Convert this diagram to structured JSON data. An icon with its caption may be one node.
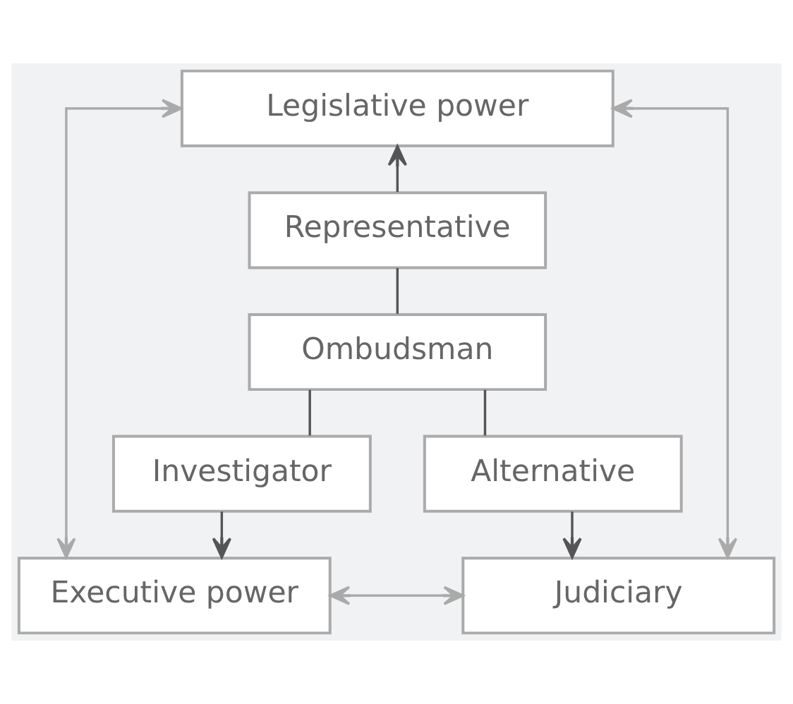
{
  "diagram": {
    "nodes": [
      {
        "text": [
          "Legislative power"
        ]
      },
      {
        "text": [
          "Representative"
        ]
      },
      {
        "text": [
          "Ombudsman"
        ]
      },
      {
        "text": [
          "Investigator"
        ]
      },
      {
        "text": [
          "Alternative"
        ]
      },
      {
        "text": [
          "Executive power"
        ]
      },
      {
        "text": [
          "Judiciary"
        ]
      }
    ],
    "edges": [
      {
        "from": 0,
        "to": 5,
        "arrow": "both",
        "color": "#aaaaaa"
      },
      {
        "from": 6,
        "to": 0,
        "arrow": "both",
        "color": "#aaaaaa"
      },
      {
        "from": 1,
        "to": 0,
        "arrow": "to"
      },
      {
        "from": 1,
        "to": 2,
        "arrow": "none"
      },
      {
        "from": 2,
        "to": 3,
        "arrow": "none"
      },
      {
        "from": 2,
        "to": 4,
        "arrow": "none"
      },
      {
        "from": 3,
        "to": 5,
        "arrow": "to"
      },
      {
        "from": 4,
        "to": 6,
        "arrow": "to"
      },
      {
        "from": 5,
        "to": 6,
        "arrow": "both",
        "color": "#aaaaaa"
      }
    ]
  }
}
